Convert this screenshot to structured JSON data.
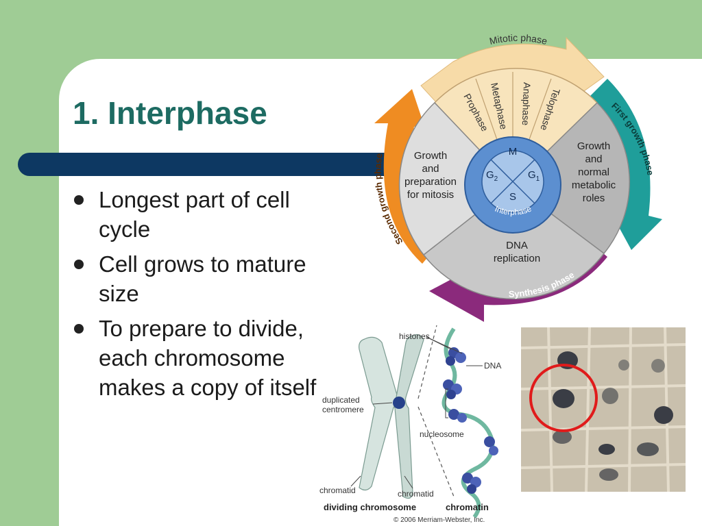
{
  "slide": {
    "title": "1. Interphase",
    "bullets": [
      "Longest part of cell cycle",
      "Cell grows to mature size",
      "To prepare to divide, each chromosome makes a copy of itself"
    ]
  },
  "cycle_diagram": {
    "mitotic_phase": "Mitotic phase",
    "mitosis_stages": [
      "Prophase",
      "Metaphase",
      "Anaphase",
      "Telophase"
    ],
    "first_growth_phase": "First growth phase",
    "second_growth_phase": "Second growth phase",
    "synthesis_phase": "Synthesis phase",
    "g1_text": [
      "Growth",
      "and",
      "normal",
      "metabolic",
      "roles"
    ],
    "g2_text": [
      "Growth",
      "and",
      "preparation",
      "for mitosis"
    ],
    "s_text": [
      "DNA",
      "replication"
    ],
    "center": {
      "m": "M",
      "g2": "G",
      "g2_sub": "2",
      "g1": "G",
      "g1_sub": "1",
      "s": "S",
      "interphase": "Interphase"
    }
  },
  "chromosome_diagram": {
    "histones": "histones",
    "dna": "DNA",
    "duplicated_centromere": [
      "duplicated",
      "centromere"
    ],
    "nucleosome": "nucleosome",
    "chromatid_left": "chromatid",
    "chromatid_right": "chromatid",
    "dividing_chromosome": "dividing chromosome",
    "chromatin": "chromatin",
    "copyright": "© 2006 Merriam-Webster, Inc."
  },
  "colors": {
    "background": "#9fcc95",
    "title": "#1d6b62",
    "bar": "#0d3862",
    "mitotic_arrow": "#f7dba8",
    "first_growth_arrow": "#1f9e9a",
    "second_growth_arrow": "#ef8c22",
    "synthesis_arrow": "#8b2a7c",
    "highlight_circle": "#e01b1b"
  }
}
